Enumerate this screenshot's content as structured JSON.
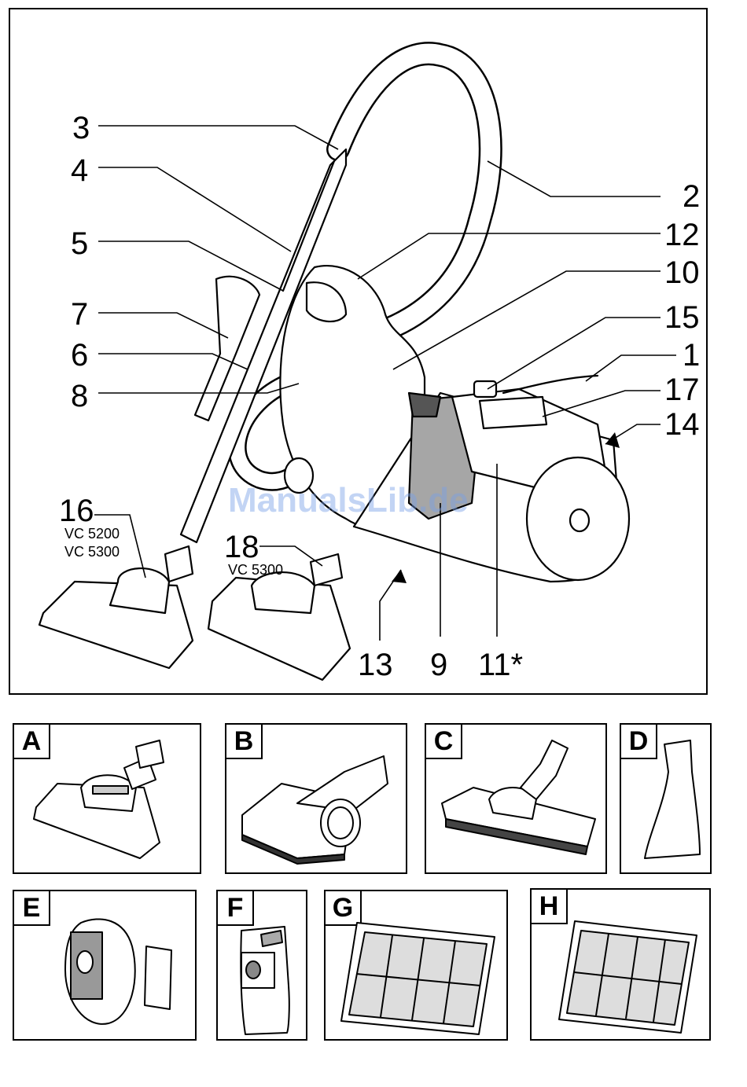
{
  "callouts": {
    "c1": "1",
    "c2": "2",
    "c3": "3",
    "c4": "4",
    "c5": "5",
    "c6": "6",
    "c7": "7",
    "c8": "8",
    "c9": "9",
    "c10": "10",
    "c11": "11*",
    "c12": "12",
    "c13": "13",
    "c14": "14",
    "c15": "15",
    "c16": "16",
    "c17": "17",
    "c18": "18"
  },
  "models": {
    "m16a": "VC 5200",
    "m16b": "VC 5300",
    "m18": "VC 5300"
  },
  "panels": {
    "a": "A",
    "b": "B",
    "c": "C",
    "d": "D",
    "e": "E",
    "f": "F",
    "g": "G",
    "h": "H"
  },
  "watermark": "ManualsLib.de"
}
